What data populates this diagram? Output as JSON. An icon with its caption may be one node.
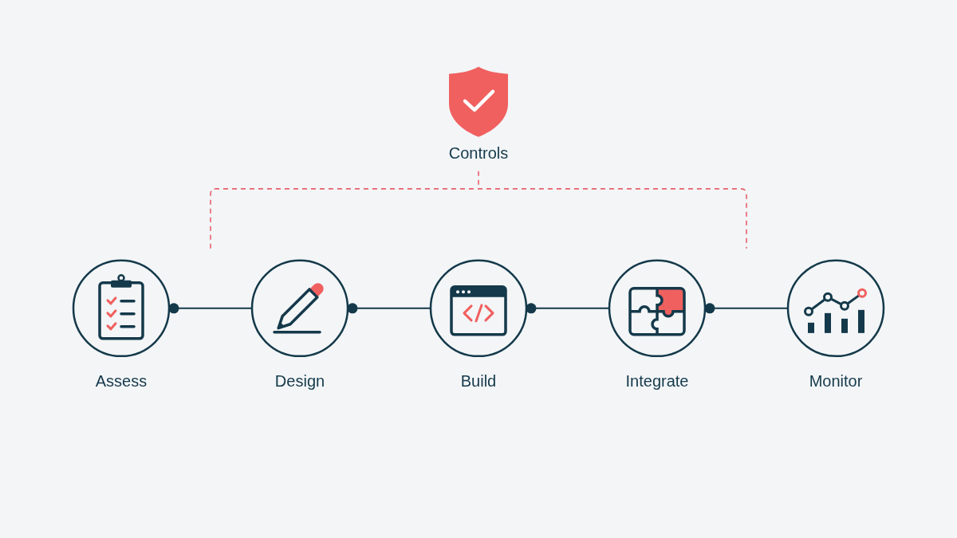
{
  "diagram": {
    "nodes": [
      {
        "text": [
          "Controls"
        ]
      },
      {
        "text": [
          "Assess"
        ]
      },
      {
        "text": [
          "Design"
        ]
      },
      {
        "text": [
          "Build"
        ]
      },
      {
        "text": [
          "Integrate"
        ]
      },
      {
        "text": [
          "Monitor"
        ]
      }
    ],
    "edges": [
      {
        "from": 1,
        "to": 2,
        "arrow": "other"
      },
      {
        "from": 2,
        "to": 3,
        "arrow": "other"
      },
      {
        "from": 3,
        "to": 4,
        "arrow": "other"
      },
      {
        "from": 4,
        "to": 5,
        "arrow": "other"
      }
    ]
  }
}
